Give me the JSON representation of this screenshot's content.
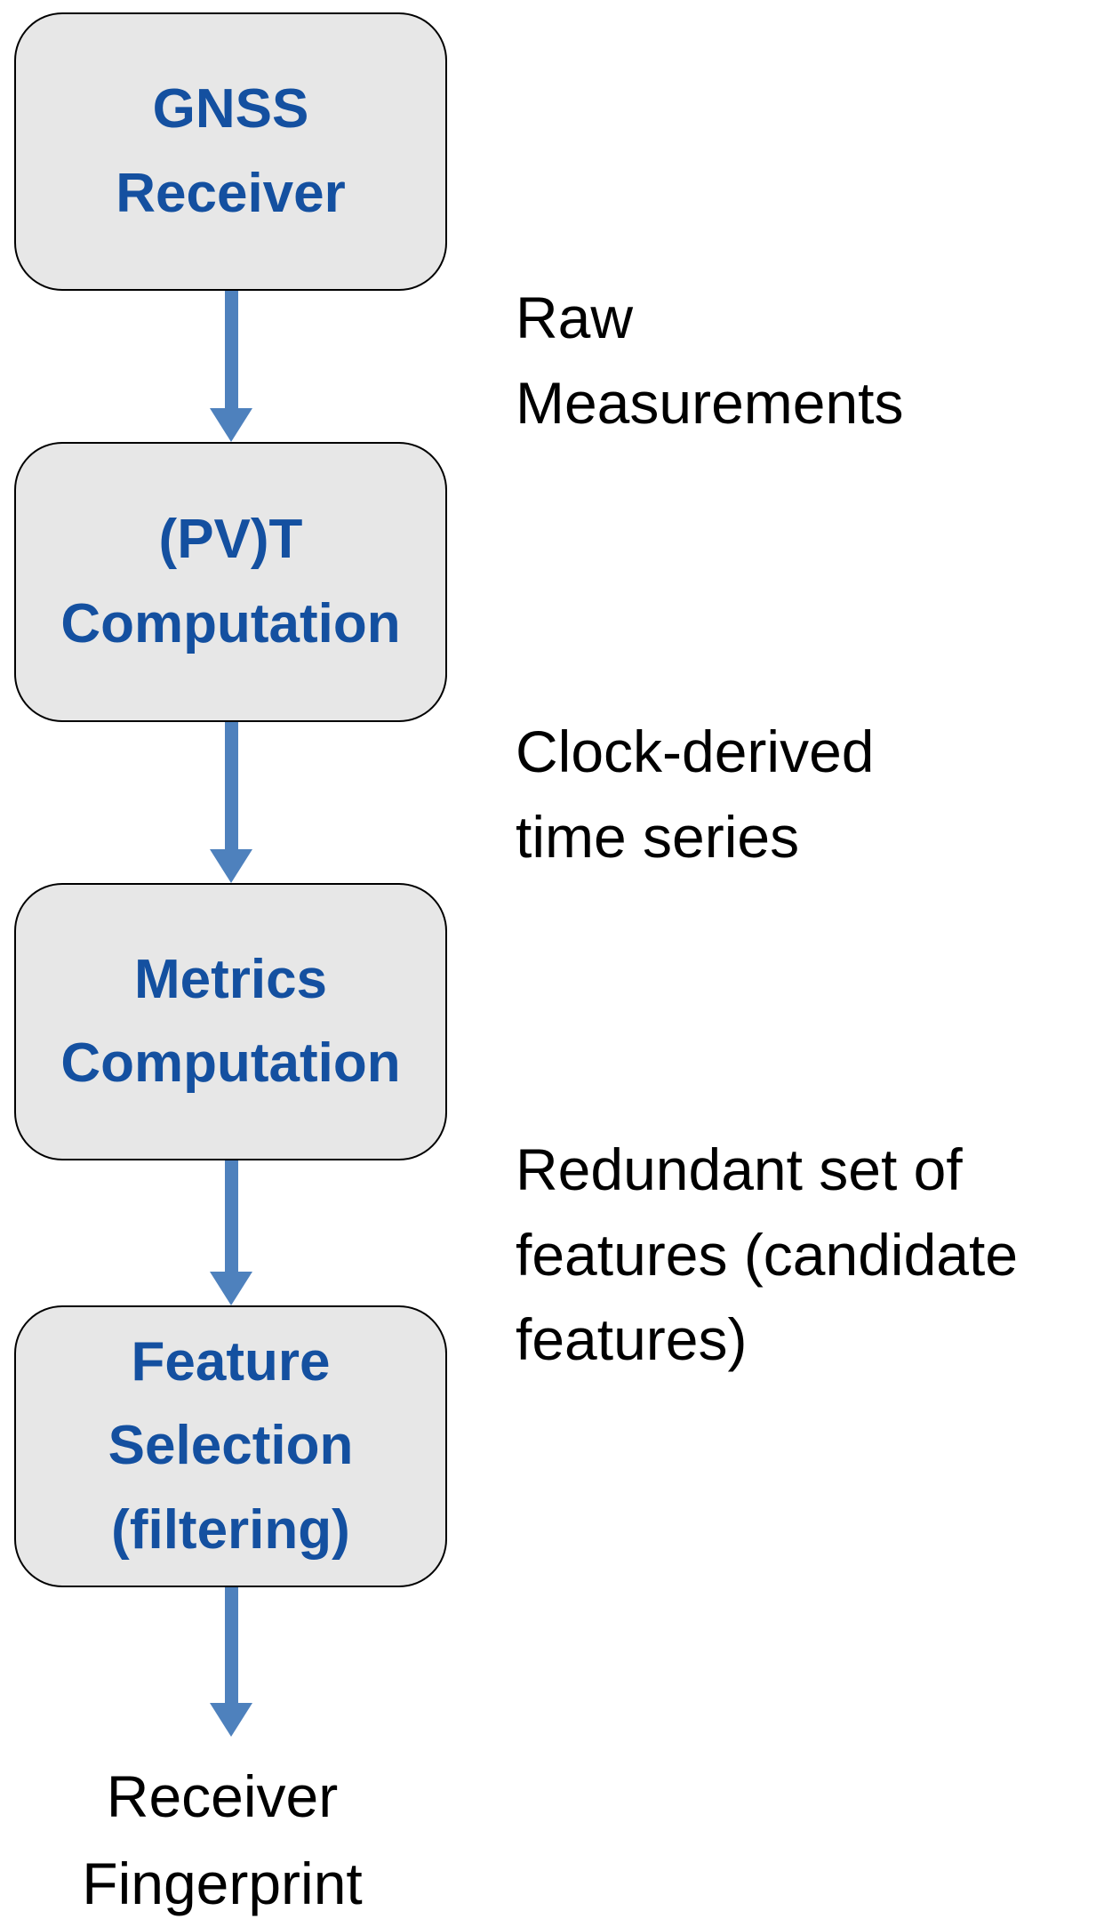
{
  "colors": {
    "background": "#ffffff",
    "box_fill": "#e7e7e7",
    "box_border": "#000000",
    "box_text": "#1450a0",
    "arrow": "#4e81bd",
    "label_text": "#000000"
  },
  "diagram": {
    "type": "vertical-flowchart",
    "nodes": [
      {
        "id": "gnss-receiver",
        "label": "GNSS\nReceiver"
      },
      {
        "id": "pvt-computation",
        "label": "(PV)T\nComputation"
      },
      {
        "id": "metrics-computation",
        "label": "Metrics\nComputation"
      },
      {
        "id": "feature-selection",
        "label": "Feature\nSelection\n(filtering)"
      }
    ],
    "edge_labels": [
      {
        "text": "Raw\nMeasurements"
      },
      {
        "text": "Clock-derived\ntime series"
      },
      {
        "text": "Redundant set of\nfeatures (candidate\nfeatures)"
      }
    ],
    "output_label": "Receiver\nFingerprint"
  }
}
